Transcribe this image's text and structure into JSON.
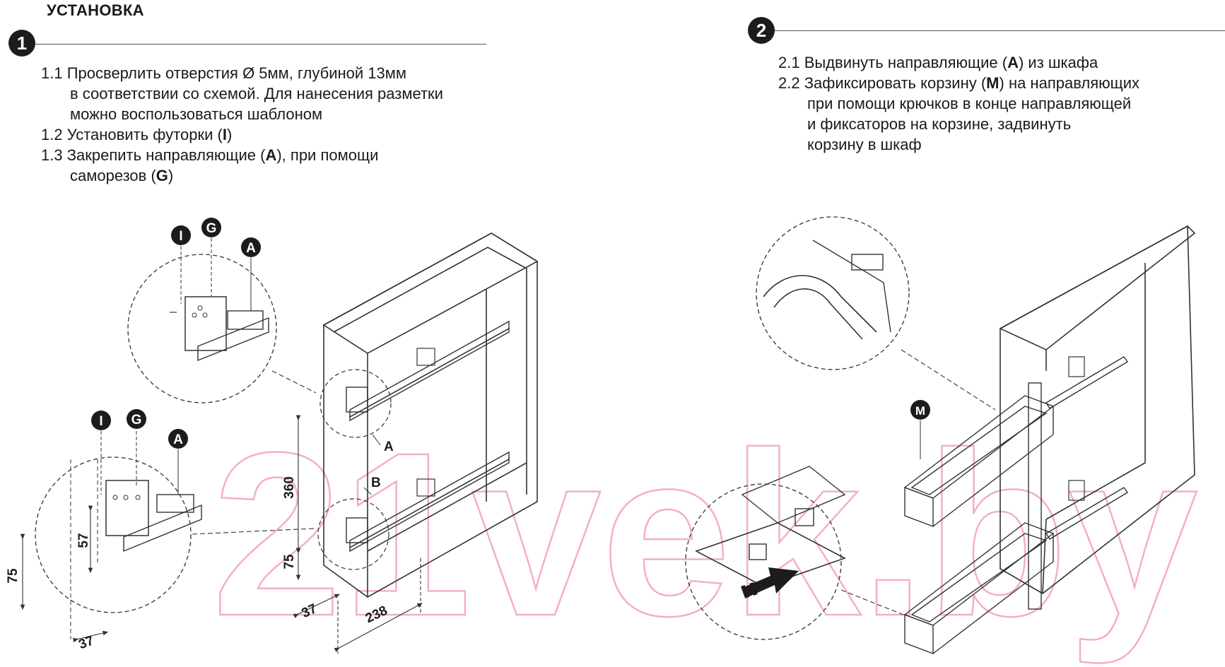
{
  "title": "УСТАНОВКА",
  "watermark": "21vek.by",
  "step1": {
    "number": "1",
    "items": [
      {
        "num": "1.1",
        "lines": [
          "Просверлить отверстия Ø 5мм, глубиной 13мм",
          "в соответствии со схемой. Для нанесения разметки",
          "можно воспользоваться шаблоном"
        ]
      },
      {
        "num": "1.2",
        "pre": "Установить футорки (",
        "bold": "I",
        "post": ")"
      },
      {
        "num": "1.3",
        "pre": "Закрепить направляющие (",
        "bold": "A",
        "post": "), при помощи",
        "line2_pre": "саморезов (",
        "line2_bold": "G",
        "line2_post": ")"
      }
    ]
  },
  "step2": {
    "number": "2",
    "items": [
      {
        "num": "2.1",
        "pre": "Выдвинуть направляющие (",
        "bold": "A",
        "post": ") из шкафа"
      },
      {
        "num": "2.2",
        "pre": "Зафиксировать корзину (",
        "bold": "M",
        "post": ") на направляющих",
        "lines": [
          "при помощи крючков в конце направляющей",
          "и фиксаторов на корзине, задвинуть",
          "корзину в шкаф"
        ]
      }
    ]
  },
  "labels": {
    "I": "I",
    "G": "G",
    "A": "A",
    "M": "M",
    "B": "B",
    "dim_360": "360",
    "dim_75": "75",
    "dim_57": "57",
    "dim_37": "37",
    "dim_238": "238"
  },
  "colors": {
    "ink": "#1c1c1c",
    "line": "#333333",
    "watermark": "#f2a6c4"
  }
}
